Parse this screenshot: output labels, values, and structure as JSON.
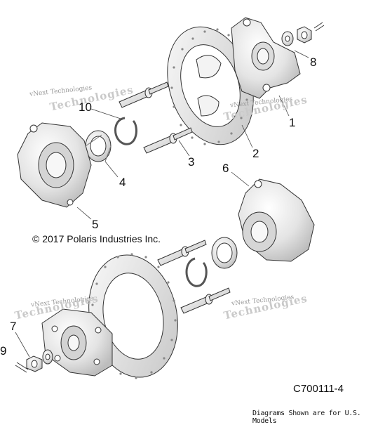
{
  "callouts": {
    "c1": "1",
    "c2": "2",
    "c3": "3",
    "c4": "4",
    "c5": "5",
    "c6": "6",
    "c7": "7",
    "c8": "8",
    "c9": "9",
    "c10": "10"
  },
  "copyright": "© 2017 Polaris Industries Inc.",
  "diagram_code": "C700111-4",
  "footer_note": "Diagrams Shown are for U.S. Models",
  "watermark": {
    "small": "vNext Technologies",
    "large": "Technologies"
  }
}
